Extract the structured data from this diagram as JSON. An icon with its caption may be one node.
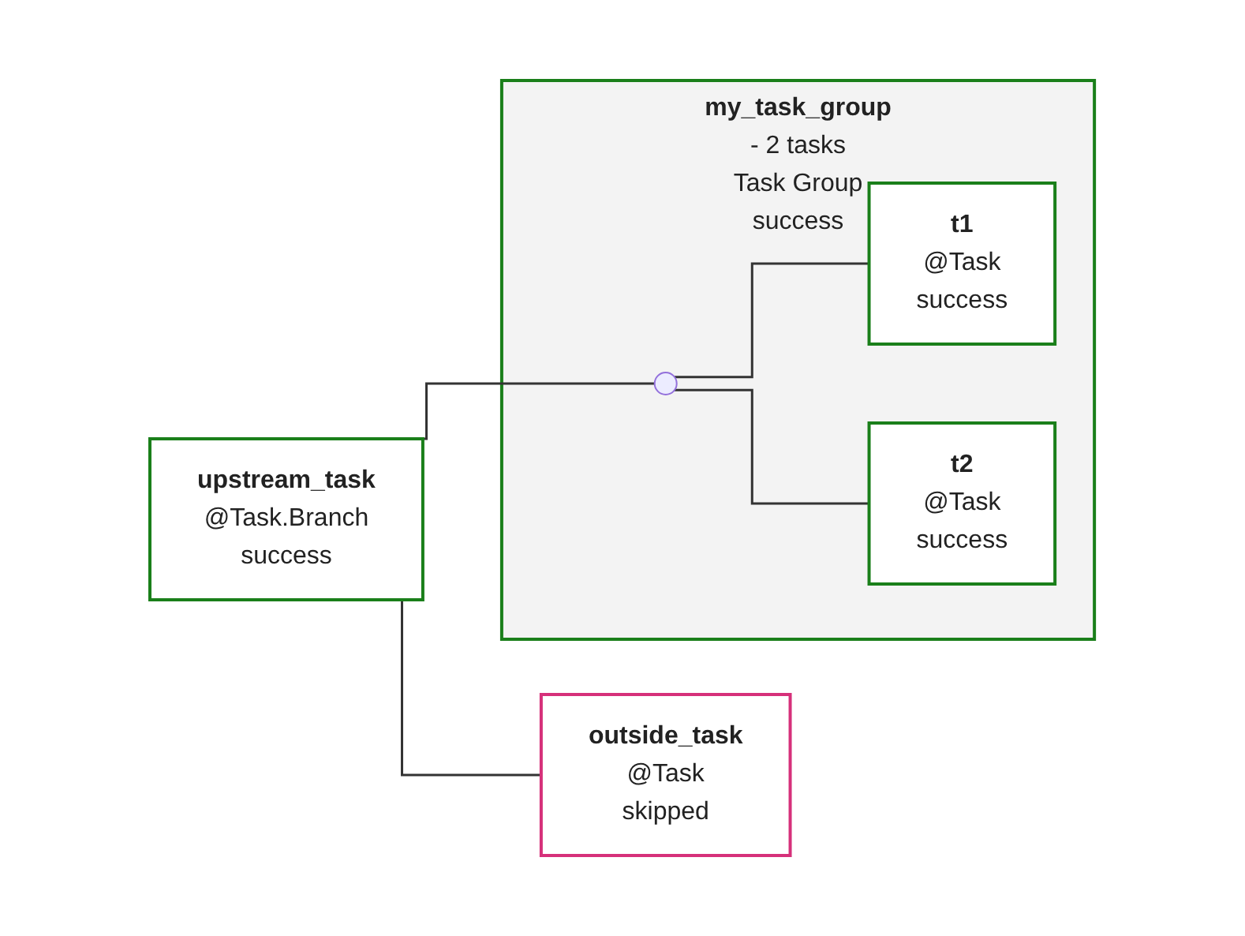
{
  "diagram": {
    "nodes": [
      {
        "text": [
          "upstream_task",
          "@Task.Branch",
          "success"
        ]
      },
      {
        "text": [
          "my_task_group",
          "- 2 tasks",
          "Task Group",
          "success"
        ]
      },
      {
        "text": [],
        "shape": "circle",
        "in": 1
      },
      {
        "text": [
          "t1",
          "@Task",
          "success"
        ],
        "in": 1
      },
      {
        "text": [
          "t2",
          "@Task",
          "success"
        ],
        "in": 1
      },
      {
        "text": [
          "outside_task",
          "@Task",
          "skipped"
        ]
      }
    ],
    "edges": [
      {
        "from": 0,
        "to": 2,
        "arrow": "none"
      },
      {
        "from": 2,
        "to": 3,
        "arrow": "none"
      },
      {
        "from": 2,
        "to": 4,
        "arrow": "none"
      },
      {
        "from": 0,
        "to": 5,
        "arrow": "none"
      }
    ]
  }
}
